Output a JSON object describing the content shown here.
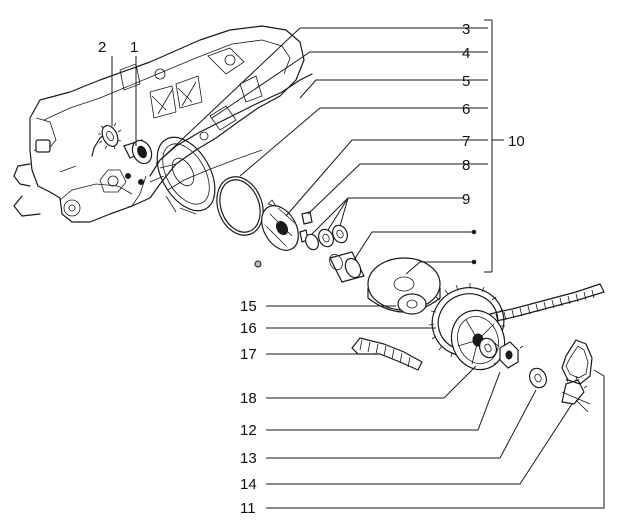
{
  "diagram": {
    "callouts": [
      {
        "id": "2",
        "text": "2"
      },
      {
        "id": "1",
        "text": "1"
      },
      {
        "id": "3",
        "text": "3"
      },
      {
        "id": "4",
        "text": "4"
      },
      {
        "id": "5",
        "text": "5"
      },
      {
        "id": "6",
        "text": "6"
      },
      {
        "id": "7",
        "text": "7"
      },
      {
        "id": "8",
        "text": "8"
      },
      {
        "id": "9",
        "text": "9"
      },
      {
        "id": "10",
        "text": "10"
      },
      {
        "id": "15",
        "text": "15"
      },
      {
        "id": "16",
        "text": "16"
      },
      {
        "id": "17",
        "text": "17"
      },
      {
        "id": "18",
        "text": "18"
      },
      {
        "id": "12",
        "text": "12"
      },
      {
        "id": "13",
        "text": "13"
      },
      {
        "id": "14",
        "text": "14"
      },
      {
        "id": "11",
        "text": "11"
      }
    ]
  }
}
